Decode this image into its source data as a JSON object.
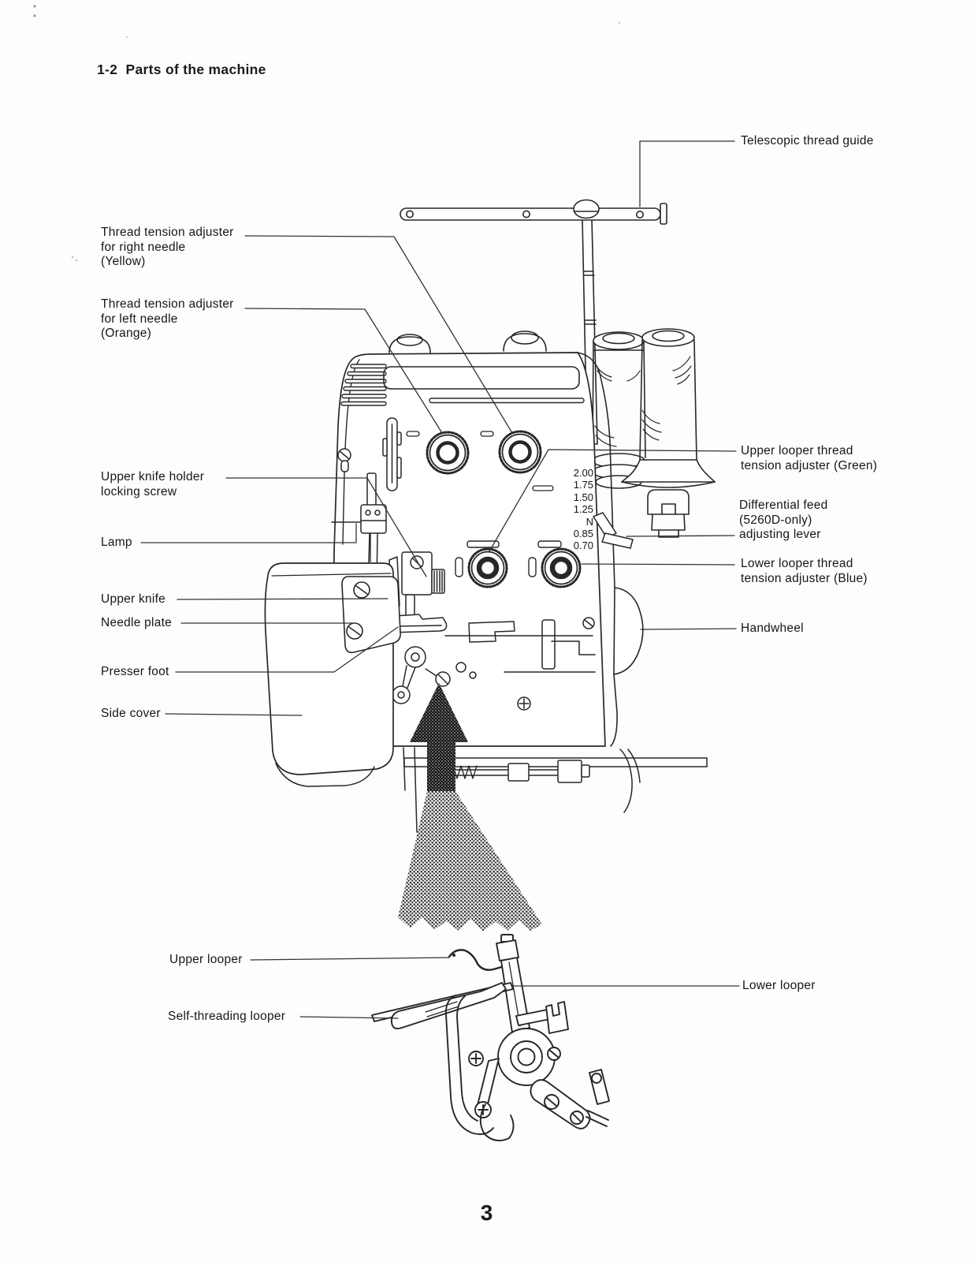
{
  "page": {
    "title": "1-2  Parts of the machine",
    "page_number": "3"
  },
  "scale": {
    "values": [
      "2.00",
      "1.75",
      "1.50",
      "1.25",
      "N",
      "0.85",
      "0.70"
    ]
  },
  "labels": {
    "telescopic_thread_guide": "Telescopic thread guide",
    "thread_tension_right": "Thread tension adjuster\nfor right needle\n(Yellow)",
    "thread_tension_left": "Thread tension adjuster\nfor left needle\n(Orange)",
    "upper_knife_holder": "Upper knife holder\nlocking screw",
    "lamp": "Lamp",
    "upper_knife": "Upper knife",
    "needle_plate": "Needle plate",
    "presser_foot": "Presser foot",
    "side_cover": "Side cover",
    "upper_looper_tension": "Upper looper thread\ntension adjuster (Green)",
    "differential_feed": "Differential feed\n(5260D-only)\nadjusting lever",
    "lower_looper_tension": "Lower looper thread\ntension adjuster (Blue)",
    "handwheel": "Handwheel",
    "upper_looper": "Upper looper",
    "lower_looper": "Lower looper",
    "self_threading_looper": "Self-threading looper"
  }
}
